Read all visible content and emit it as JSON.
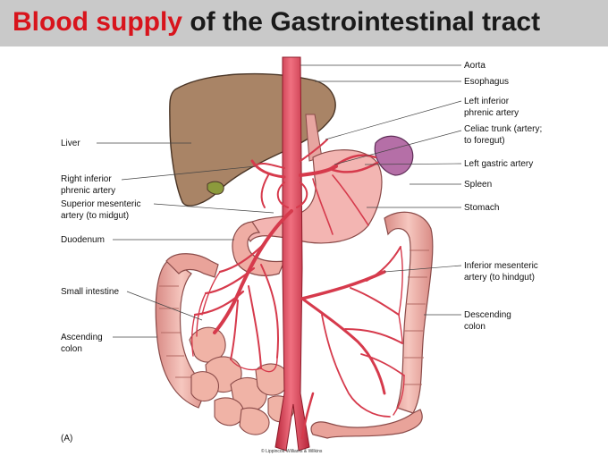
{
  "title": {
    "highlight": "Blood supply",
    "rest": " of the Gastrointestinal  tract"
  },
  "labels": {
    "aorta": "Aorta",
    "esophagus": "Esophagus",
    "left_inferior_phrenic": [
      "Left inferior",
      "phrenic artery"
    ],
    "celiac_trunk": [
      "Celiac trunk (artery;",
      "to foregut)"
    ],
    "left_gastric": "Left gastric artery",
    "spleen": "Spleen",
    "stomach": "Stomach",
    "liver": "Liver",
    "right_inferior_phrenic": [
      "Right inferior",
      "phrenic artery"
    ],
    "superior_mesenteric": [
      "Superior mesenteric",
      "artery (to midgut)"
    ],
    "duodenum": "Duodenum",
    "small_intestine": "Small intestine",
    "ascending_colon": [
      "Ascending",
      "colon"
    ],
    "inferior_mesenteric": [
      "Inferior mesenteric",
      "artery (to hindgut)"
    ],
    "descending_colon": [
      "Descending",
      "colon"
    ],
    "figure_letter": "(A)",
    "copyright": "© Lippincott Williams & Wilkins"
  },
  "colors": {
    "title_red": "#d8141c",
    "title_bar": "#c9c9c9",
    "liver": "#a98466",
    "artery": "#e24c5c",
    "intestine": "#eaa79e",
    "stomach": "#f3b5b2",
    "spleen": "#b56fa7"
  }
}
